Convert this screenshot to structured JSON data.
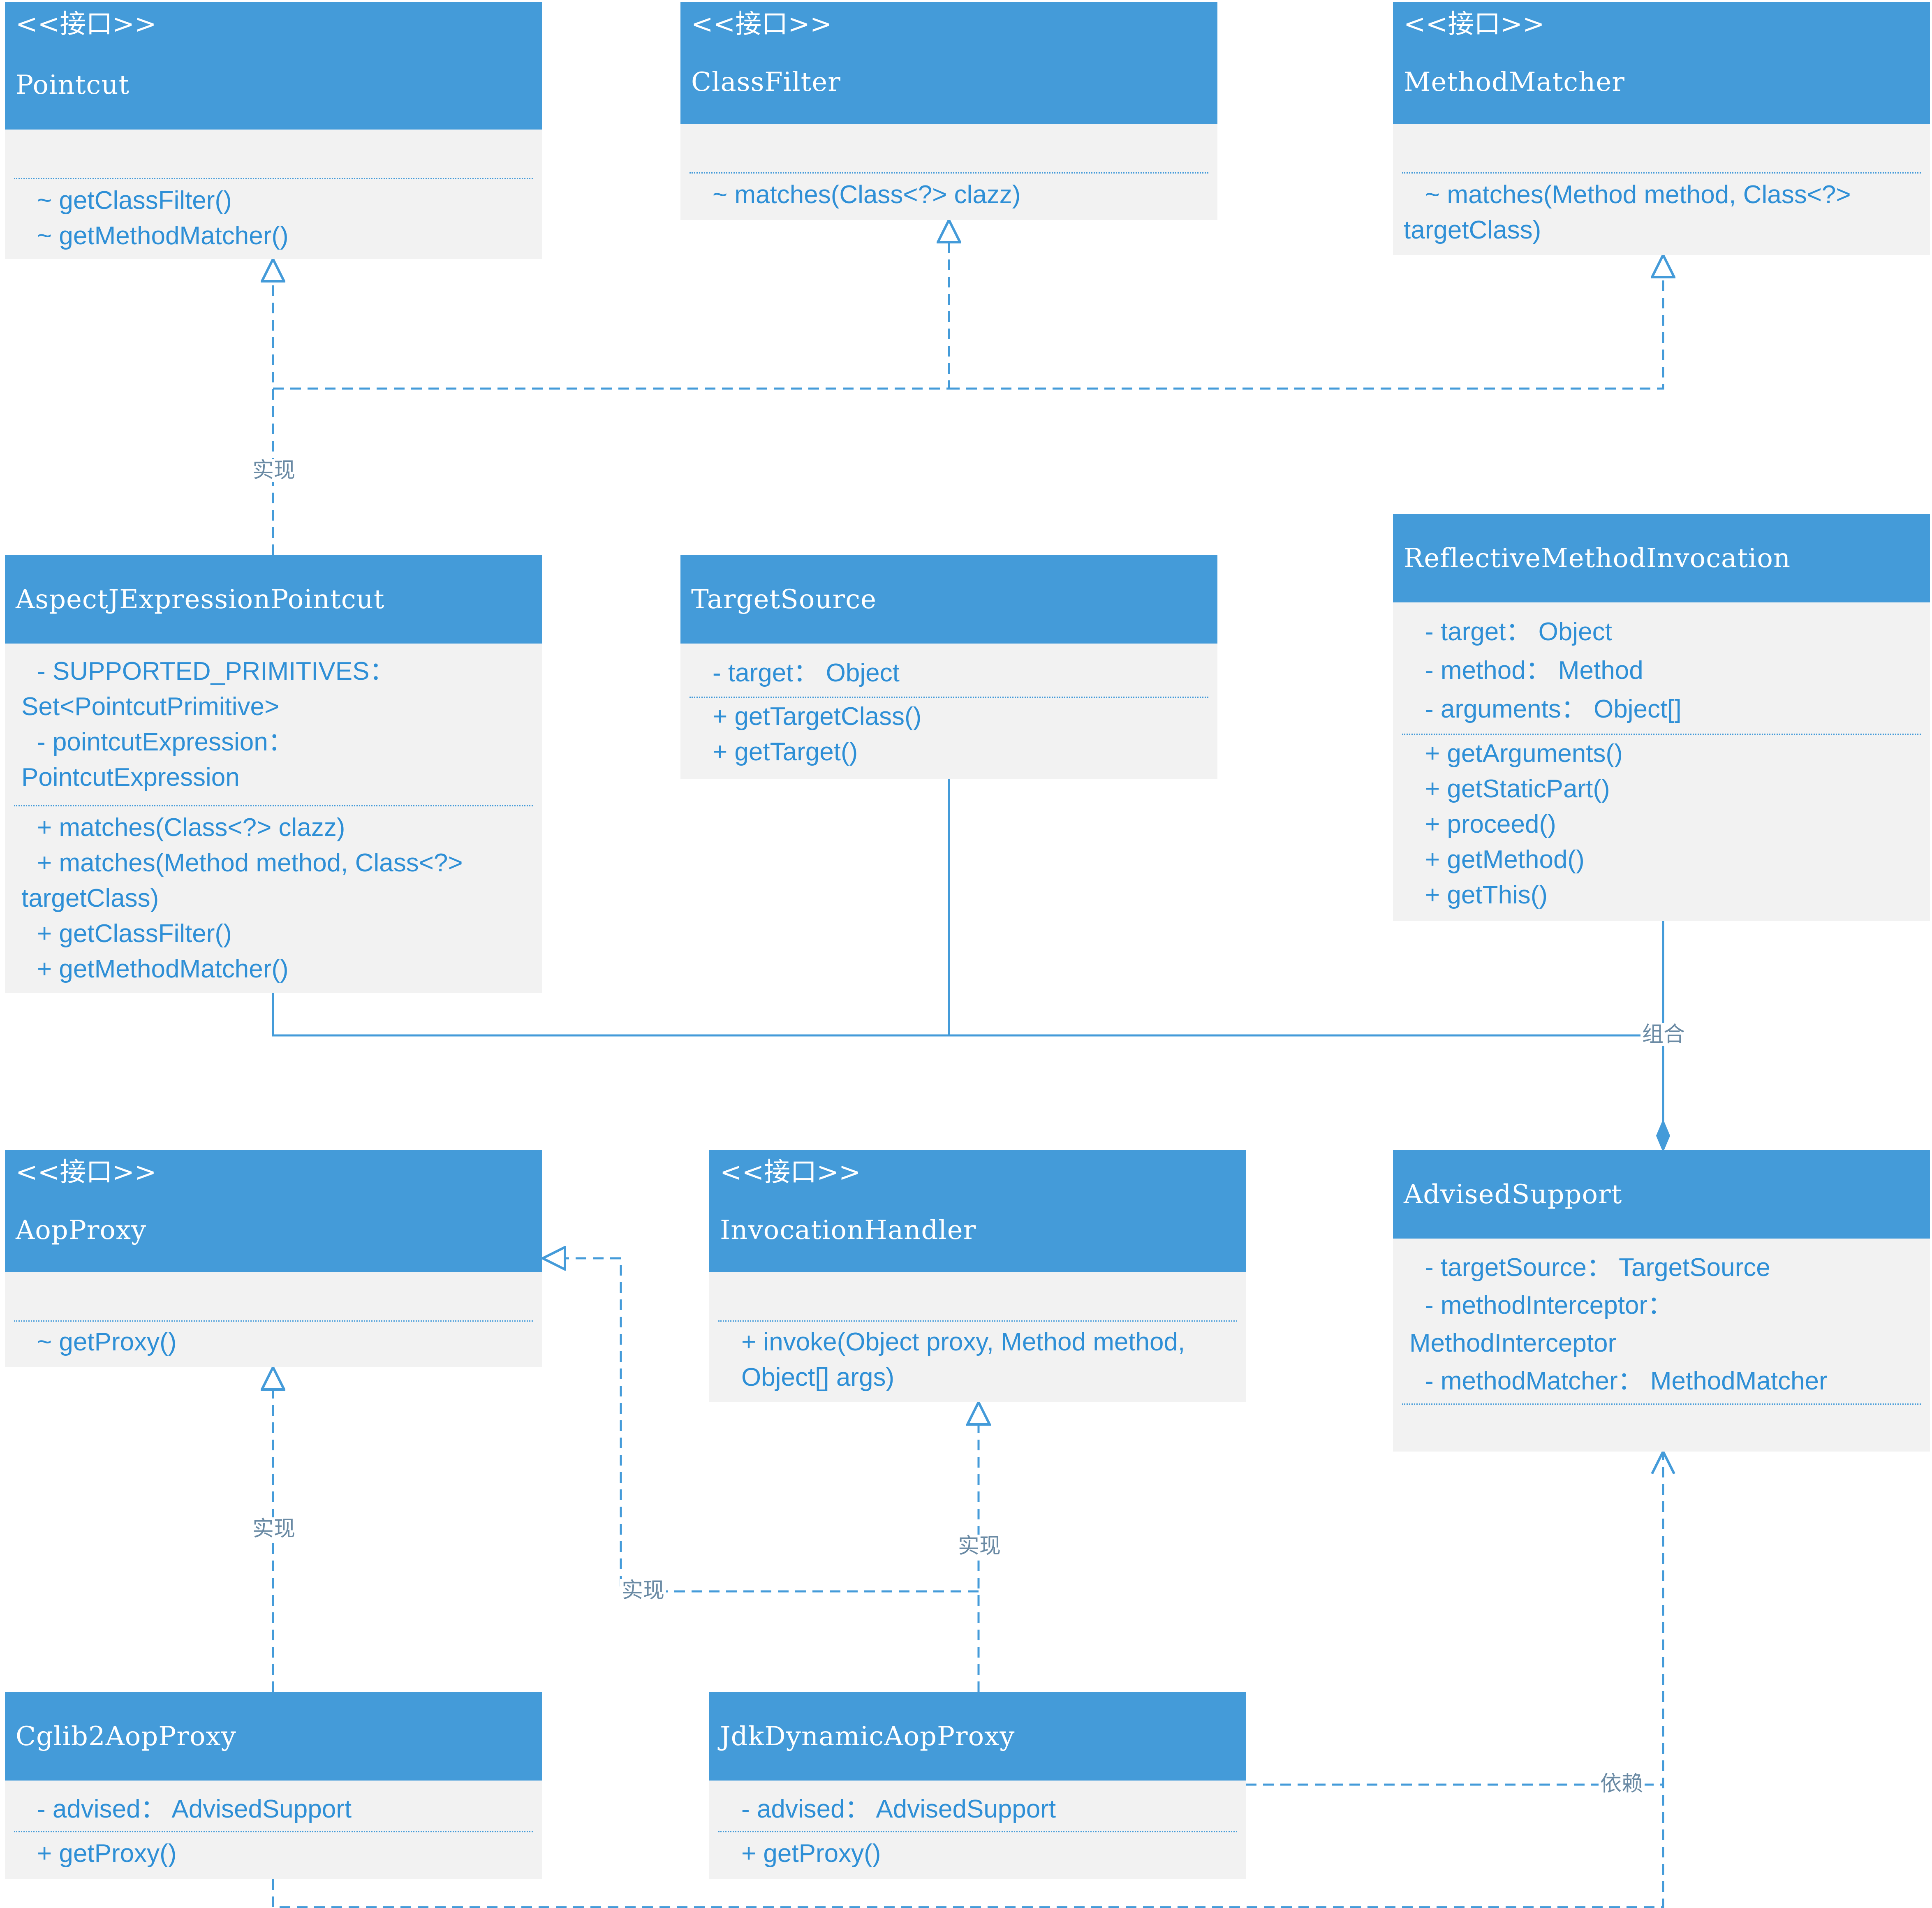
{
  "stereotype": "<<接口>>",
  "classes": {
    "pointcut": {
      "name": "Pointcut",
      "attributes": [],
      "operations": [
        "~ getClassFilter()",
        "~ getMethodMatcher()"
      ]
    },
    "class_filter": {
      "name": "ClassFilter",
      "attributes": [],
      "operations": [
        "~ matches(Class<?> clazz)"
      ]
    },
    "method_matcher": {
      "name": "MethodMatcher",
      "attributes": [],
      "operations": [
        "~ matches(Method method, Class<?>",
        "targetClass)"
      ]
    },
    "aspectj_pointcut": {
      "name": "AspectJExpressionPointcut",
      "attributes": [
        "- SUPPORTED_PRIMITIVES：",
        "Set<PointcutPrimitive>",
        "- pointcutExpression：",
        "PointcutExpression"
      ],
      "operations": [
        "+ matches(Class<?> clazz)",
        "+ matches(Method method, Class<?>",
        "targetClass)",
        "+ getClassFilter()",
        "+ getMethodMatcher()"
      ]
    },
    "target_source": {
      "name": "TargetSource",
      "attributes": [
        "- target：  Object"
      ],
      "operations": [
        "+ getTargetClass()",
        "+ getTarget()"
      ]
    },
    "reflective_invocation": {
      "name": "ReflectiveMethodInvocation",
      "attributes": [
        "- target：  Object",
        "- method：  Method",
        "- arguments：  Object[]"
      ],
      "operations": [
        "+ getArguments()",
        "+ getStaticPart()",
        "+ proceed()",
        "+ getMethod()",
        "+ getThis()"
      ]
    },
    "aop_proxy": {
      "name": "AopProxy",
      "attributes": [],
      "operations": [
        "~ getProxy()"
      ]
    },
    "invocation_handler": {
      "name": "InvocationHandler",
      "attributes": [],
      "operations": [
        "+ invoke(Object proxy, Method method,",
        "Object[] args)"
      ]
    },
    "advised_support": {
      "name": "AdvisedSupport",
      "attributes": [
        "- targetSource：  TargetSource",
        "- methodInterceptor：",
        "MethodInterceptor",
        "- methodMatcher：  MethodMatcher"
      ],
      "operations": []
    },
    "cglib_proxy": {
      "name": "Cglib2AopProxy",
      "attributes": [
        "- advised：  AdvisedSupport"
      ],
      "operations": [
        "+ getProxy()"
      ]
    },
    "jdk_proxy": {
      "name": "JdkDynamicAopProxy",
      "attributes": [
        "- advised：  AdvisedSupport"
      ],
      "operations": [
        "+ getProxy()"
      ]
    }
  },
  "relations": {
    "implements_label": "实现",
    "composition_label": "组合",
    "dependency_label": "依赖"
  },
  "colors": {
    "header": "#449bd9",
    "body": "#f2f2f2",
    "text": "#2e8fd6",
    "line": "#449bd9",
    "label": "#6a8aa4"
  }
}
